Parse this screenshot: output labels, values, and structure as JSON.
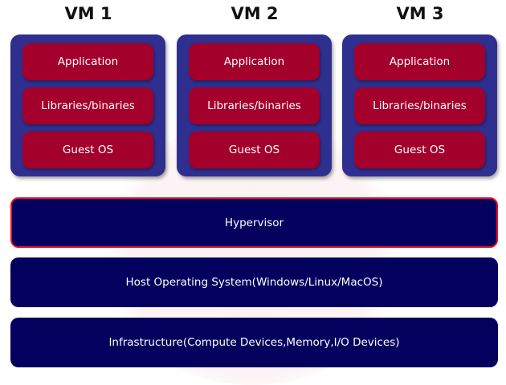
{
  "diagram": {
    "vms": [
      {
        "title": "VM 1",
        "layers": [
          "Application",
          "Libraries/binaries",
          "Guest OS"
        ]
      },
      {
        "title": "VM 2",
        "layers": [
          "Application",
          "Libraries/binaries",
          "Guest OS"
        ]
      },
      {
        "title": "VM 3",
        "layers": [
          "Application",
          "Libraries/binaries",
          "Guest OS"
        ]
      }
    ],
    "hypervisor": "Hypervisor",
    "host_os": "Host Operating System(Windows/Linux/MacOS)",
    "infrastructure": "Infrastructure(Compute Devices,Memory,I/O Devices)"
  },
  "colors": {
    "vm_box": "#2f2f8f",
    "guest_layer": "#a3002b",
    "base_band": "#04015e",
    "hypervisor_border": "#e01020"
  }
}
